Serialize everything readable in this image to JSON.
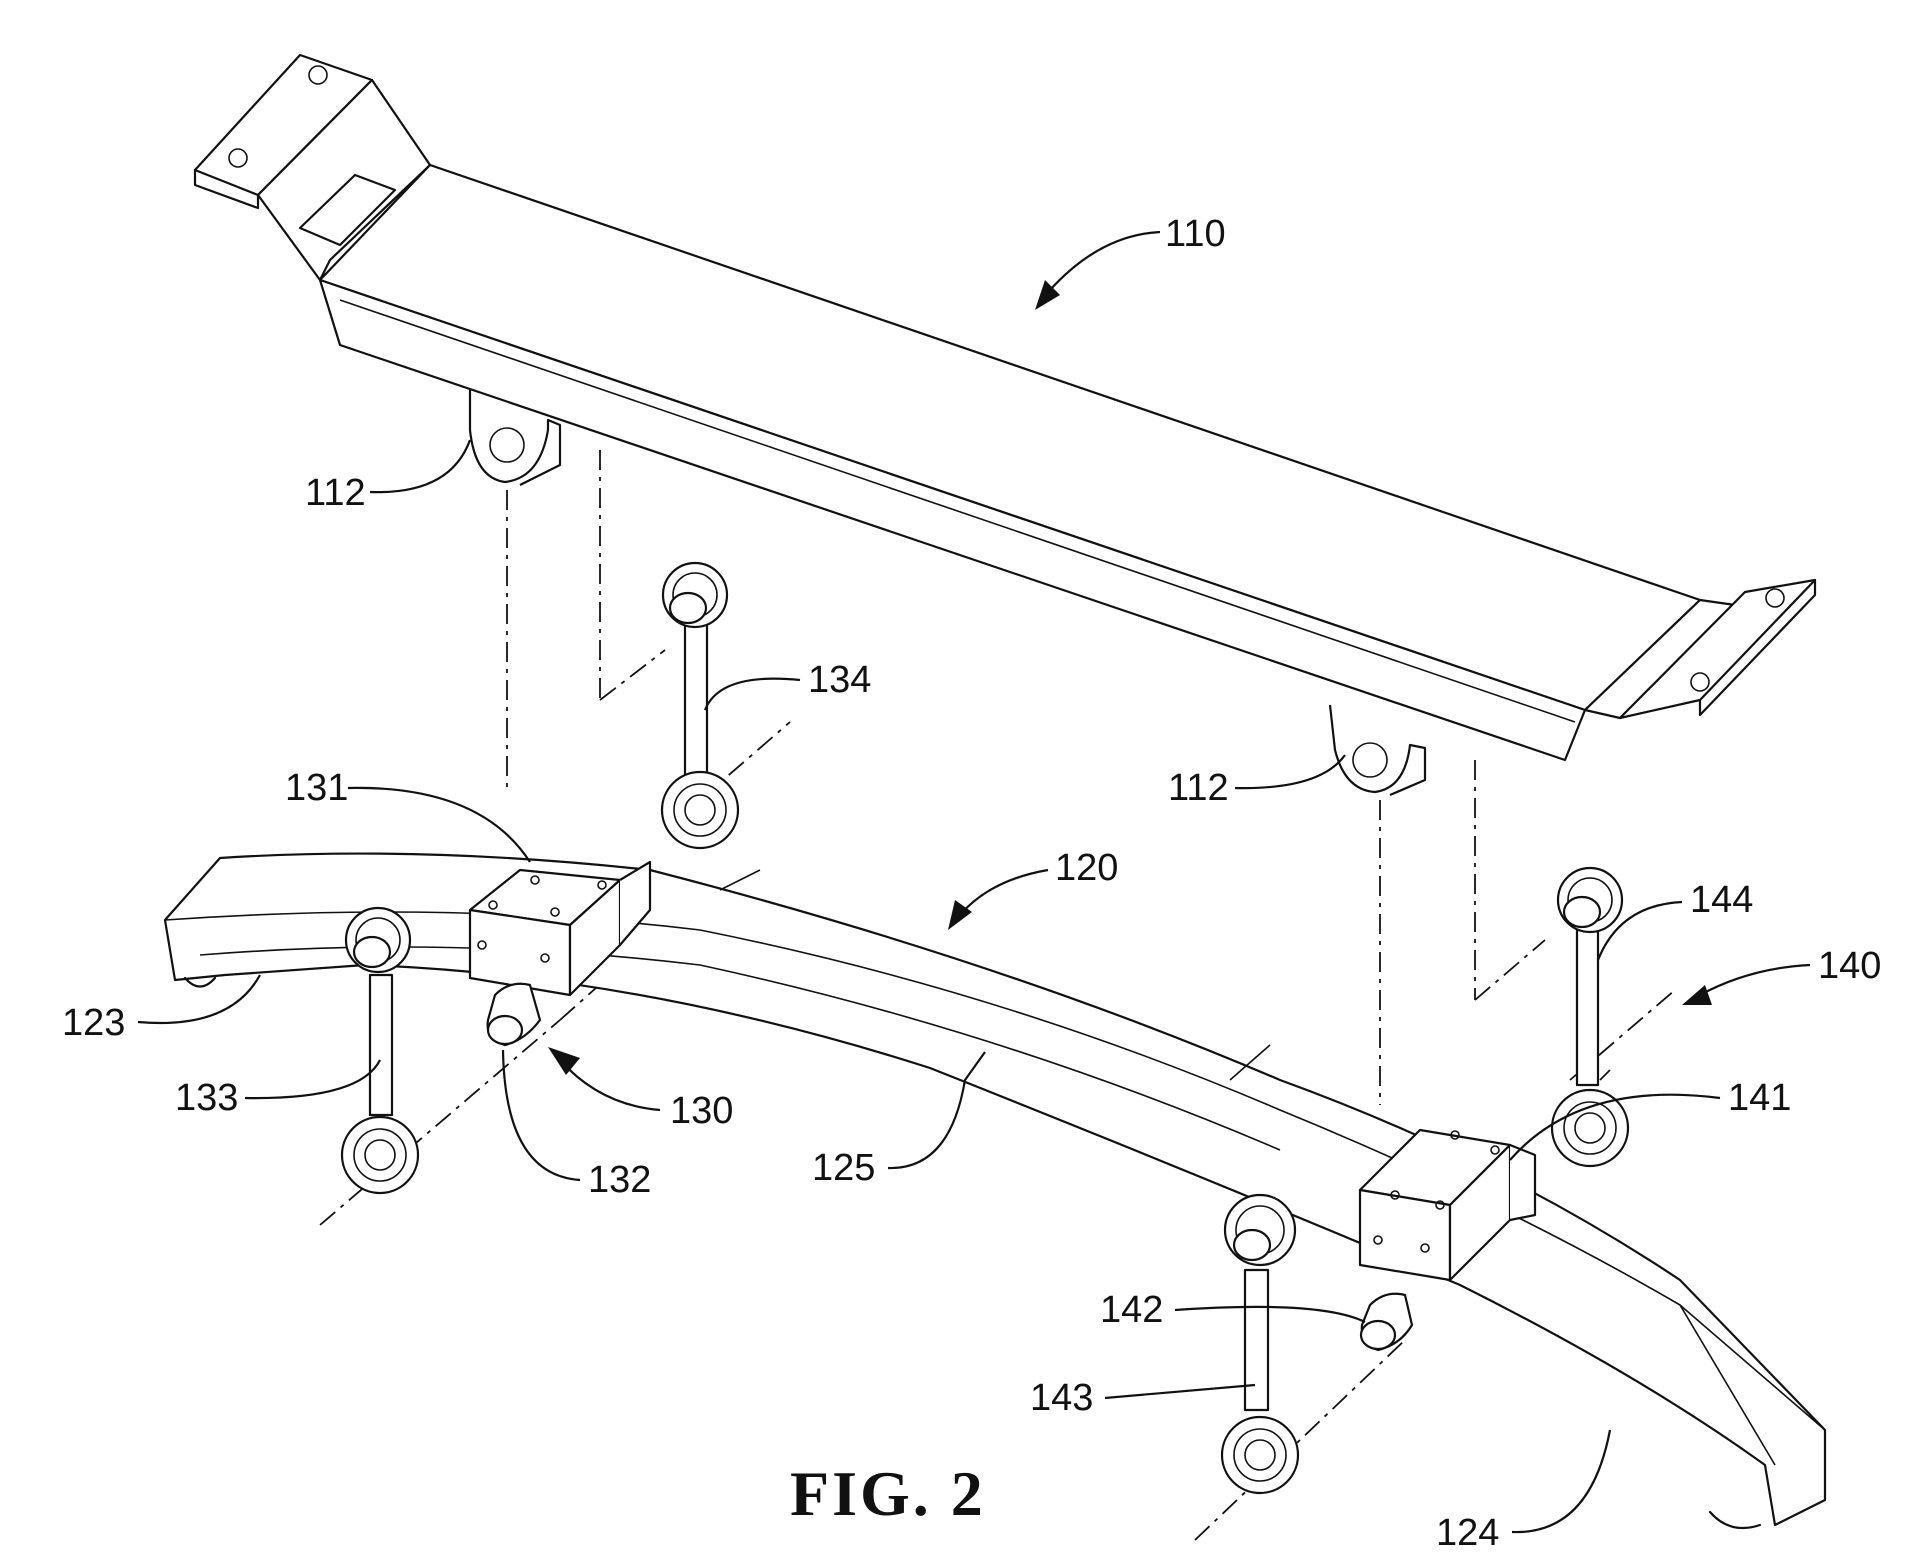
{
  "figure": {
    "title": "FIG. 2",
    "labels": {
      "l110": "110",
      "l112a": "112",
      "l112b": "112",
      "l120": "120",
      "l123": "123",
      "l124": "124",
      "l125": "125",
      "l130": "130",
      "l131": "131",
      "l132": "132",
      "l133": "133",
      "l134": "134",
      "l140": "140",
      "l141": "141",
      "l142": "142",
      "l143": "143",
      "l144": "144"
    }
  }
}
